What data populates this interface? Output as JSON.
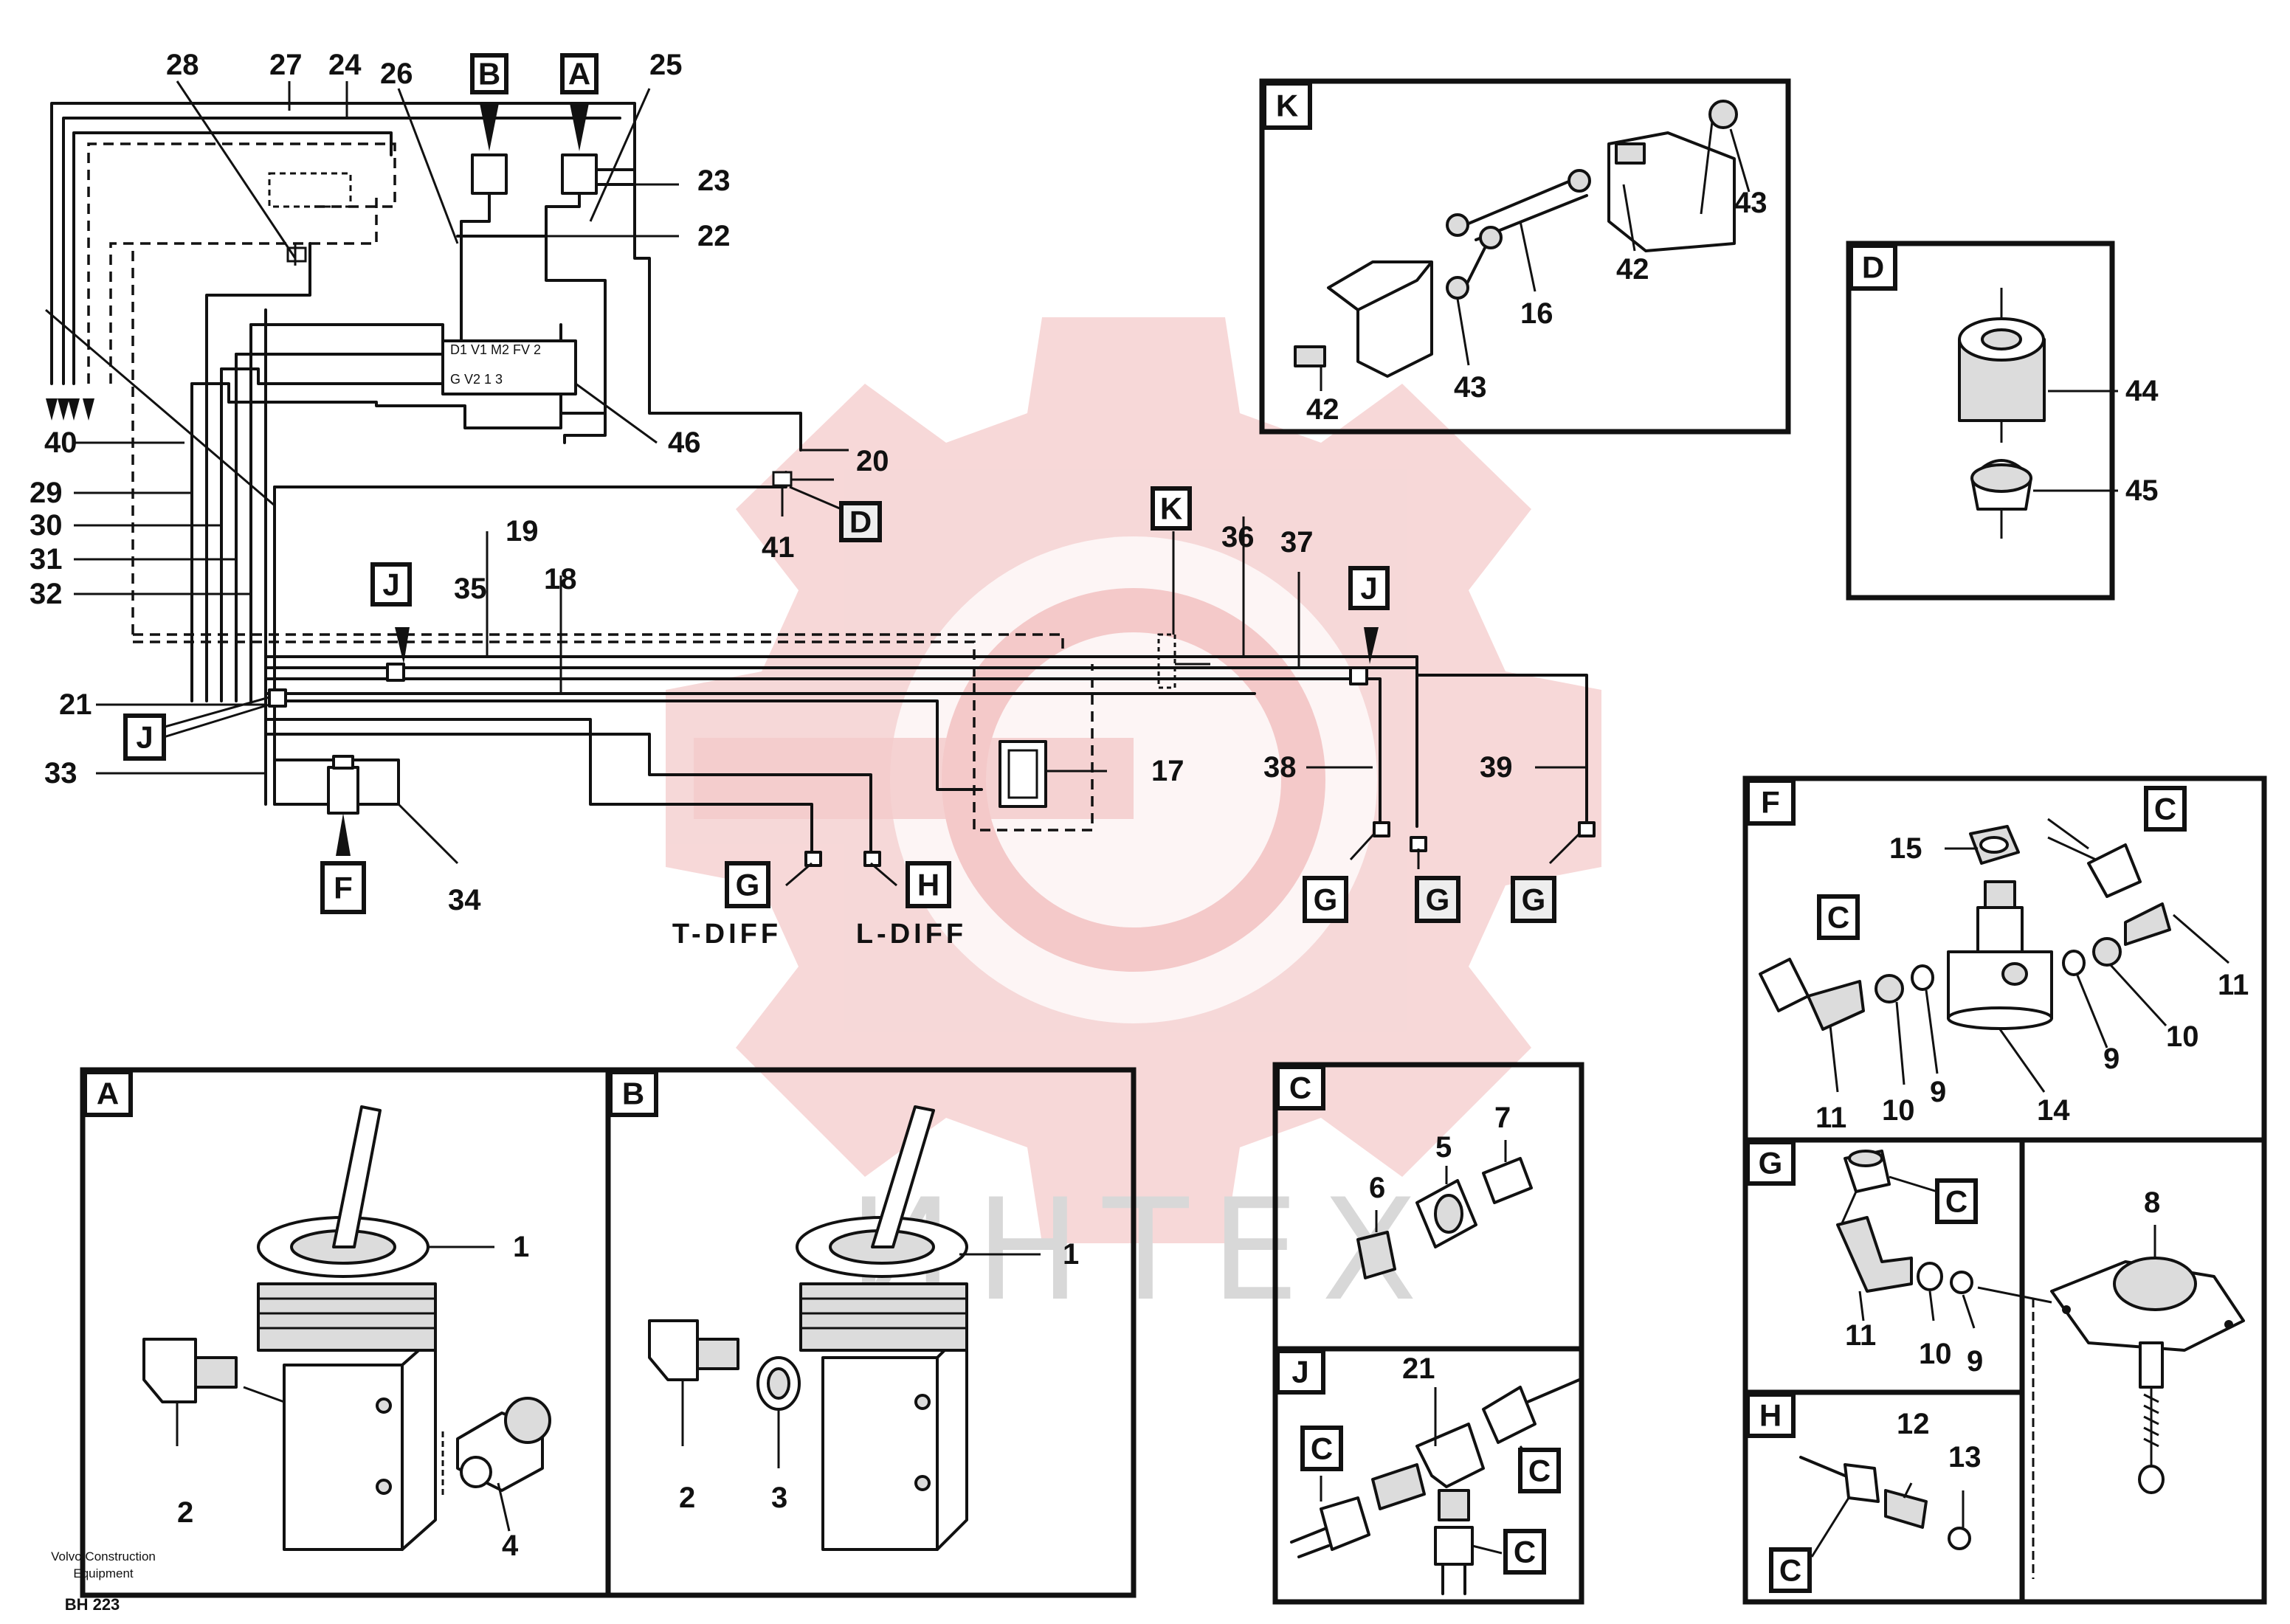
{
  "watermark": {
    "text": "ИНТЕХ",
    "color": "#f3c4c4",
    "icon": "gear-watermark-icon"
  },
  "footer": {
    "brand_line1": "Volvo Construction",
    "brand_line2": "Equipment",
    "code": "BH 223"
  },
  "captions": {
    "t_diff": "T-DIFF",
    "l_diff": "L-DIFF"
  },
  "valve_ports": {
    "top": "D1  V1  M2  FV 2",
    "bottom": "G  V2   1    3"
  },
  "main": {
    "label_A": "A",
    "label_B": "B",
    "label_K": "K",
    "label_D": "D",
    "label_F": "F",
    "label_J1": "J",
    "label_J2": "J",
    "label_J3": "J",
    "label_G1": "G",
    "label_G2": "G",
    "label_G3": "G",
    "label_G4": "G",
    "label_H": "H",
    "n40": "40",
    "n29": "29",
    "n30": "30",
    "n31": "31",
    "n32": "32",
    "n21": "21",
    "n33": "33",
    "n28": "28",
    "n27": "27",
    "n24": "24",
    "n26": "26",
    "n25": "25",
    "n23": "23",
    "n22": "22",
    "n46": "46",
    "n20": "20",
    "n19": "19",
    "n41": "41",
    "n35": "35",
    "n18": "18",
    "n36": "36",
    "n37": "37",
    "n17": "17",
    "n38": "38",
    "n39": "39",
    "n34": "34"
  },
  "panel_K": {
    "label": "K",
    "n43a": "43",
    "n42a": "42",
    "n16": "16",
    "n43b": "43",
    "n42b": "42"
  },
  "panel_D": {
    "label": "D",
    "n44": "44",
    "n45": "45"
  },
  "panel_A": {
    "label": "A",
    "n1": "1",
    "n2": "2",
    "n4": "4"
  },
  "panel_B": {
    "label": "B",
    "n1": "1",
    "n2": "2",
    "n3": "3"
  },
  "panel_C": {
    "label": "C",
    "n5": "5",
    "n6": "6",
    "n7": "7"
  },
  "panel_J": {
    "label": "J",
    "n21": "21",
    "c1": "C",
    "c2": "C",
    "c3": "C"
  },
  "panel_F": {
    "label": "F",
    "n15": "15",
    "c1": "C",
    "c2": "C",
    "n11a": "11",
    "n11b": "11",
    "n10a": "10",
    "n10b": "10",
    "n9a": "9",
    "n9b": "9",
    "n14": "14"
  },
  "panel_G": {
    "label": "G",
    "c1": "C",
    "n11": "11",
    "n10": "10",
    "n9": "9",
    "n8": "8"
  },
  "panel_H": {
    "label": "H",
    "c1": "C",
    "n12": "12",
    "n13": "13"
  }
}
